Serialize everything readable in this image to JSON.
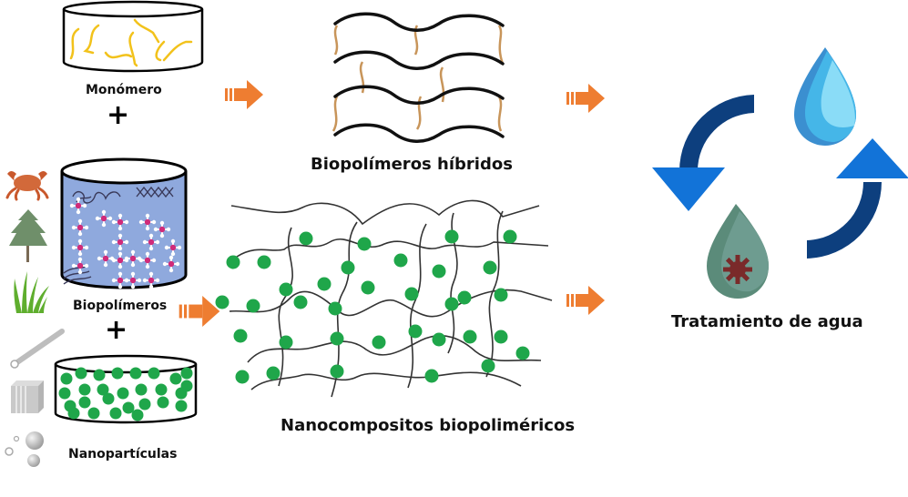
{
  "figure": {
    "title": "Biopolymer hybrids and nanocomposites for water treatment"
  },
  "inputs": {
    "monomer": {
      "label": "Monómero",
      "chain_color": "#f2c21b"
    },
    "biopolymers": {
      "label": "Biopolímeros",
      "fill_color": "#8fa9dd",
      "sources": [
        "crab-icon",
        "tree-icon",
        "grass-icon"
      ]
    },
    "nanoparticles": {
      "label": "Nanopartículas",
      "particle_color": "#1fa64a",
      "shapes": [
        "nanotube-icon",
        "nanosheet-icon",
        "nanosphere-icon"
      ]
    },
    "plus_symbol": "+"
  },
  "products": {
    "hybrids": {
      "label": "Biopolímeros híbridos",
      "crosslink_color": "#c8955a"
    },
    "nanocomposites": {
      "label": "Nanocompositos biopoliméricos",
      "particle_color": "#1fa64a"
    }
  },
  "application": {
    "label": "Tratamiento de agua",
    "clean_drop_color": "#5fc8ef",
    "dirty_drop_color": "#6a9a8c",
    "contaminant_color": "#7a2a2a",
    "cycle_arrow_color": "#0d3f7e",
    "arrow_head_color": "#1273d8"
  },
  "flow_arrows": {
    "color": "#ee7d31"
  }
}
